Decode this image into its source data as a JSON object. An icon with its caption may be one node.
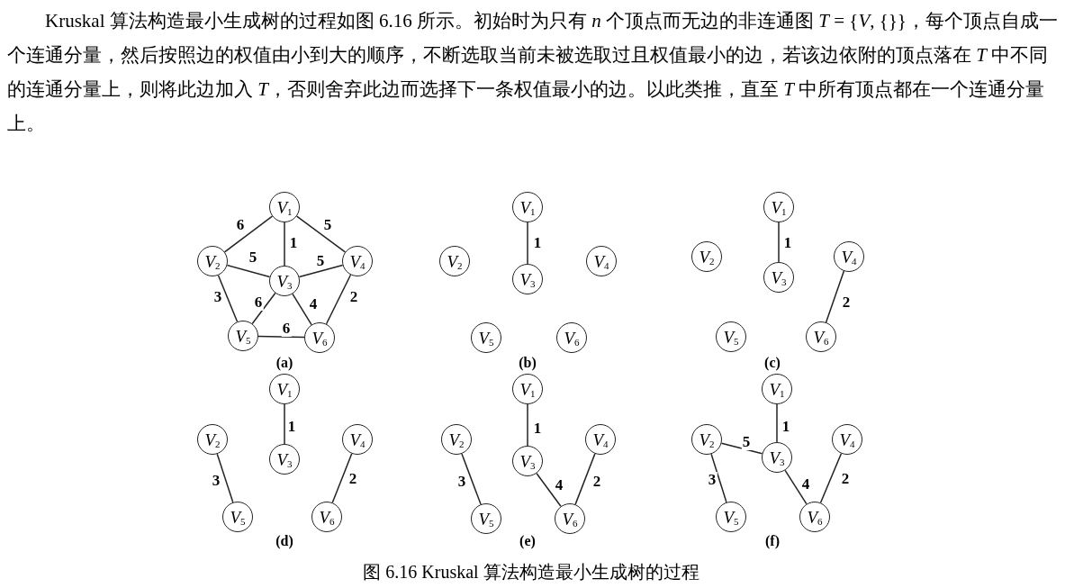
{
  "diagram": {
    "caption": "图 6.16 Kruskal 算法构造最小生成树的过程",
    "nodes": [
      {
        "text": [
          "*V*$_{1}$"
        ]
      },
      {
        "text": [
          "*V*$_{2}$"
        ]
      },
      {
        "text": [
          "*V*$_{3}$"
        ]
      },
      {
        "text": [
          "*V*$_{4}$"
        ]
      },
      {
        "text": [
          "*V*$_{5}$"
        ]
      },
      {
        "text": [
          "*V*$_{6}$"
        ]
      },
      {
        "text": [
          "*V*$_{1}$"
        ]
      },
      {
        "text": [
          "*V*$_{2}$"
        ]
      },
      {
        "text": [
          "*V*$_{3}$"
        ]
      },
      {
        "text": [
          "*V*$_{4}$"
        ]
      },
      {
        "text": [
          "*V*$_{5}$"
        ]
      },
      {
        "text": [
          "*V*$_{6}$"
        ]
      },
      {
        "text": [
          "*V*$_{1}$"
        ]
      },
      {
        "text": [
          "*V*$_{2}$"
        ]
      },
      {
        "text": [
          "*V*$_{3}$"
        ]
      },
      {
        "text": [
          "*V*$_{4}$"
        ]
      },
      {
        "text": [
          "*V*$_{5}$"
        ]
      },
      {
        "text": [
          "*V*$_{6}$"
        ]
      },
      {
        "text": [
          "*V*$_{1}$"
        ]
      },
      {
        "text": [
          "*V*$_{2}$"
        ]
      },
      {
        "text": [
          "*V*$_{3}$"
        ]
      },
      {
        "text": [
          "*V*$_{4}$"
        ]
      },
      {
        "text": [
          "*V*$_{5}$"
        ]
      },
      {
        "text": [
          "*V*$_{6}$"
        ]
      },
      {
        "text": [
          "*V*$_{1}$"
        ]
      },
      {
        "text": [
          "*V*$_{2}$"
        ]
      },
      {
        "text": [
          "*V*$_{3}$"
        ]
      },
      {
        "text": [
          "*V*$_{4}$"
        ]
      },
      {
        "text": [
          "*V*$_{5}$"
        ]
      },
      {
        "text": [
          "*V*$_{6}$"
        ]
      },
      {
        "text": [
          "*V*$_{1}$"
        ]
      },
      {
        "text": [
          "*V*$_{2}$"
        ]
      },
      {
        "text": [
          "*V*$_{3}$"
        ]
      },
      {
        "text": [
          "*V*$_{4}$"
        ]
      },
      {
        "text": [
          "*V*$_{5}$"
        ]
      },
      {
        "text": [
          "*V*$_{6}$"
        ]
      }
    ],
    "edges": [
      {
        "from": 0,
        "to": 1,
        "arrow": "none",
        "label": "6"
      },
      {
        "from": 0,
        "to": 2,
        "arrow": "none",
        "label": "1"
      },
      {
        "from": 0,
        "to": 3,
        "arrow": "none",
        "label": "5"
      },
      {
        "from": 1,
        "to": 2,
        "arrow": "none",
        "label": "5"
      },
      {
        "from": 2,
        "to": 3,
        "arrow": "none",
        "label": "5"
      },
      {
        "from": 1,
        "to": 4,
        "arrow": "none",
        "label": "3"
      },
      {
        "from": 2,
        "to": 4,
        "arrow": "none",
        "label": "6"
      },
      {
        "from": 2,
        "to": 5,
        "arrow": "none",
        "label": "4"
      },
      {
        "from": 3,
        "to": 5,
        "arrow": "none",
        "label": "2"
      },
      {
        "from": 4,
        "to": 5,
        "arrow": "none",
        "label": "6"
      },
      {
        "from": 6,
        "to": 8,
        "arrow": "none",
        "label": "1"
      },
      {
        "from": 12,
        "to": 14,
        "arrow": "none",
        "label": "1"
      },
      {
        "from": 15,
        "to": 17,
        "arrow": "none",
        "label": "2"
      },
      {
        "from": 18,
        "to": 20,
        "arrow": "none",
        "label": "1"
      },
      {
        "from": 19,
        "to": 22,
        "arrow": "none",
        "label": "3"
      },
      {
        "from": 21,
        "to": 23,
        "arrow": "none",
        "label": "2"
      },
      {
        "from": 24,
        "to": 26,
        "arrow": "none",
        "label": "1"
      },
      {
        "from": 25,
        "to": 28,
        "arrow": "none",
        "label": "3"
      },
      {
        "from": 26,
        "to": 29,
        "arrow": "none",
        "label": "4"
      },
      {
        "from": 27,
        "to": 29,
        "arrow": "none",
        "label": "2"
      },
      {
        "from": 30,
        "to": 32,
        "arrow": "none",
        "label": "1"
      },
      {
        "from": 31,
        "to": 32,
        "arrow": "none",
        "label": "5"
      },
      {
        "from": 31,
        "to": 34,
        "arrow": "none",
        "label": "3"
      },
      {
        "from": 32,
        "to": 35,
        "arrow": "none",
        "label": "4"
      },
      {
        "from": 33,
        "to": 35,
        "arrow": "none",
        "label": "2"
      }
    ],
    "labels": [
      "Kruskal 算法构造最小生成树的过程如图 6.16 所示。初始时为只有 *n* 个顶点而无边的非连通图 *T* = {*V*, {}}，每个顶点自成一个连通分量，然后按照边的权值由小到大的顺序，不断选取当前未被选取过且权值最小的边，若该边依附的顶点落在 *T* 中不同的连通分量上，则将此边加入 *T*，否则舍弃此边而选择下一条权值最小的边。以此类推，直至 *T* 中所有顶点都在一个连通分量上。",
      "(a)",
      "(b)",
      "(c)",
      "(d)",
      "(e)",
      "(f)"
    ]
  }
}
